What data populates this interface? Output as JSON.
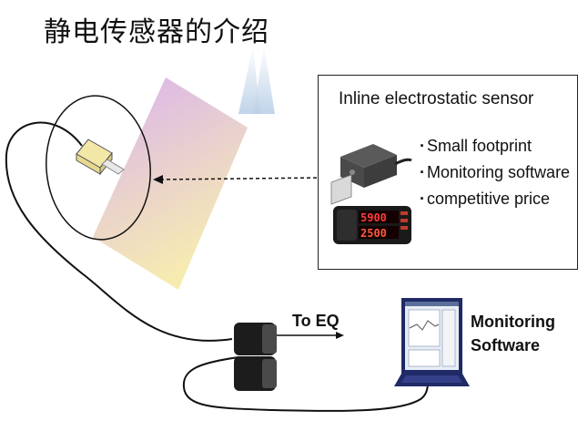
{
  "title": "静电传感器的介绍",
  "info_box": {
    "title": "Inline electrostatic sensor",
    "features": [
      "Small footprint",
      "Monitoring software",
      "competitive price"
    ],
    "display_top": "5900",
    "display_bottom": "2500"
  },
  "labels": {
    "to_eq": "To EQ",
    "monitoring_line1": "Monitoring",
    "monitoring_line2": "Software"
  },
  "colors": {
    "panel_top": "#d9b2ef",
    "panel_bottom": "#f7ecb0",
    "sensor": "#f3e7a8",
    "connector": "#1c1c1c",
    "laptop_base": "#1f2a66",
    "screen": "#e8eef5"
  },
  "icons": [
    "ionizer-sensor-icon",
    "display-unit-icon",
    "connector-icon",
    "laptop-icon"
  ]
}
